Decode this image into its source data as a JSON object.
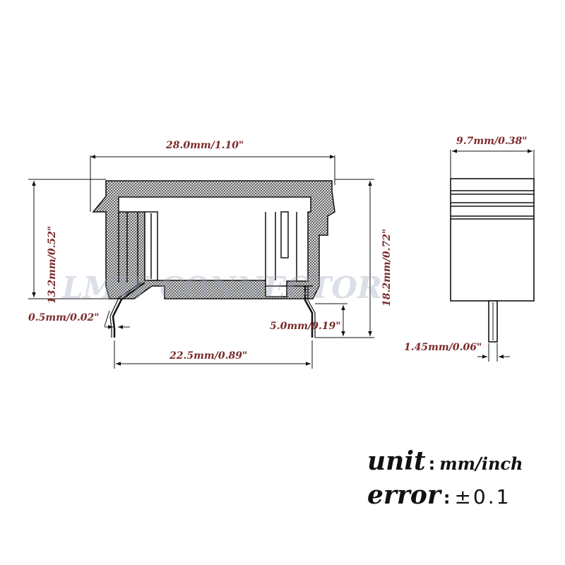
{
  "dimensions": {
    "overall_width": "28.0mm/1.10\"",
    "side_width": "9.7mm/0.38\"",
    "body_height": "13.2mm/0.52\"",
    "total_height": "18.2mm/0.72\"",
    "pin_thickness": "0.5mm/0.02\"",
    "pin_length": "5.0mm/0.19\"",
    "pin_spacing": "22.5mm/0.89\"",
    "side_pin_width": "1.45mm/0.06\""
  },
  "watermark": "LMW CONNECTOR",
  "legend": {
    "unit_label": "unit",
    "unit_value": "mm/inch",
    "error_label": "error",
    "error_value": "±0.1"
  },
  "colors": {
    "line": "#111111",
    "label": "#7b2a2a",
    "hatch": "#555555"
  }
}
